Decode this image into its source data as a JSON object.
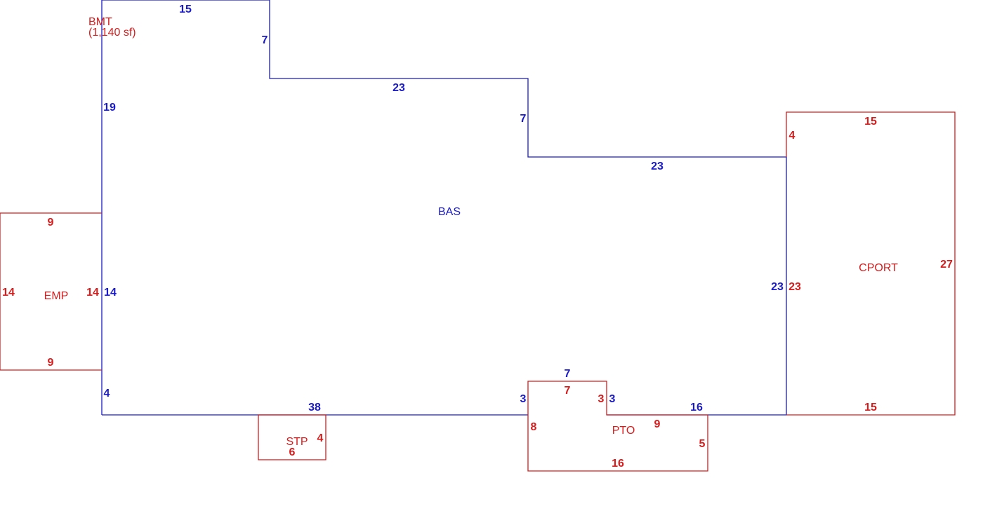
{
  "colors": {
    "living": "#1a1ac8",
    "exterior": "#d61c1c"
  },
  "title": {
    "name": "BMT",
    "area": "(1,140 sf)"
  },
  "areas": {
    "bas": "BAS",
    "emp": "EMP",
    "cport": "CPORT",
    "stp": "STP",
    "pto": "PTO"
  },
  "dimensions": {
    "bas_top": "15",
    "bas_step1": "7",
    "bas_mid1": "23",
    "bas_step2": "7",
    "bas_mid2": "23",
    "bas_left_upper": "19",
    "bas_left_mid": "14",
    "bas_left_lower": "4",
    "bas_bottom_left": "38",
    "bas_notch_left": "3",
    "bas_notch_top": "7",
    "bas_notch_right": "3",
    "bas_bottom_right": "16",
    "bas_right": "23",
    "emp_top": "9",
    "emp_left": "14",
    "emp_right": "14",
    "emp_bottom": "9",
    "cport_top": "15",
    "cport_left_top": "4",
    "cport_left": "23",
    "cport_right": "27",
    "cport_bottom": "15",
    "stp_right": "4",
    "stp_bottom": "6",
    "pto_notch_top": "7",
    "pto_notch_right": "3",
    "pto_left": "8",
    "pto_top_right": "9",
    "pto_right": "5",
    "pto_bottom": "16"
  }
}
